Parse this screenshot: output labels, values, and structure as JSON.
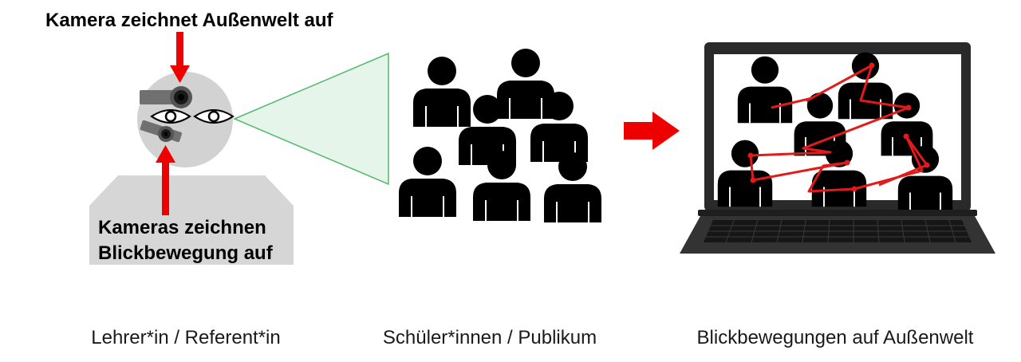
{
  "labels": {
    "camera_outside": "Kamera zeichnet Außenwelt auf",
    "cameras_gaze_line1": "Kameras zeichnen",
    "cameras_gaze_line2": "Blickbewegung auf"
  },
  "captions": {
    "teacher": "Lehrer*in / Referent*in",
    "audience": "Schüler*innen / Publikum",
    "gaze_on_world": "Blickbewegungen auf Außenwelt"
  },
  "colors": {
    "arrow": "#ee0000",
    "gaze_path": "#e21a1a",
    "view_cone_fill": "#e6f5ea",
    "view_cone_stroke": "#54b86a",
    "head": "#d2d2d2",
    "desk": "#d6d6d6",
    "camera_body": "#707070",
    "laptop_frame": "#2a2a2a",
    "screen_bg": "#ffffff",
    "silhouette": "#000000"
  },
  "icons": [
    "person-silhouette-icon",
    "camera-icon",
    "eye-icon",
    "laptop-icon",
    "arrow-right-icon",
    "arrow-down-icon",
    "arrow-up-icon"
  ]
}
